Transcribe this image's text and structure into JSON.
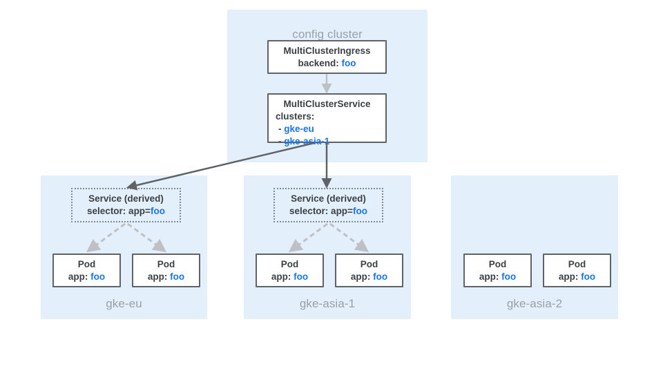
{
  "diagram": {
    "title_bar": "",
    "colors": {
      "panel_bg": "#e3effb",
      "box_border": "#5f6368",
      "dotted_border": "#80868b",
      "accent_blue": "#1a73e8",
      "label_gray": "#9aa0a6",
      "text_dark": "#3c4043",
      "solid_arrow": "#5f6368",
      "dashed_arrow": "#bdc1c6"
    },
    "config_cluster": {
      "label": "config cluster",
      "ingress": {
        "title": "MultiClusterIngress",
        "field_label": "backend:",
        "field_value": "foo"
      },
      "service": {
        "title": "MultiClusterService",
        "field_label": "clusters:",
        "items": [
          {
            "dash": "-",
            "value": "gke-eu"
          },
          {
            "dash": "-",
            "value": "gke-asia-1"
          }
        ]
      }
    },
    "clusters": [
      {
        "label": "gke-eu",
        "has_service": true,
        "service": {
          "title": "Service (derived)",
          "field_label": "selector: app=",
          "field_value": "foo"
        },
        "pods": [
          {
            "title": "Pod",
            "field_label": "app:",
            "field_value": "foo"
          },
          {
            "title": "Pod",
            "field_label": "app:",
            "field_value": "foo"
          }
        ]
      },
      {
        "label": "gke-asia-1",
        "has_service": true,
        "service": {
          "title": "Service (derived)",
          "field_label": "selector: app=",
          "field_value": "foo"
        },
        "pods": [
          {
            "title": "Pod",
            "field_label": "app:",
            "field_value": "foo"
          },
          {
            "title": "Pod",
            "field_label": "app:",
            "field_value": "foo"
          }
        ]
      },
      {
        "label": "gke-asia-2",
        "has_service": false,
        "service": null,
        "pods": [
          {
            "title": "Pod",
            "field_label": "app:",
            "field_value": "foo"
          },
          {
            "title": "Pod",
            "field_label": "app:",
            "field_value": "foo"
          }
        ]
      }
    ]
  }
}
